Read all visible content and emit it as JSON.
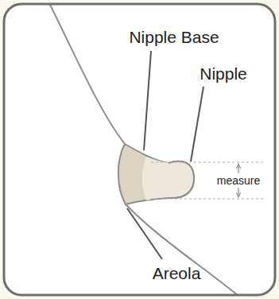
{
  "diagram": {
    "labels": [
      "Nipple Base",
      "Nipple",
      "measure",
      "Areola"
    ]
  }
}
